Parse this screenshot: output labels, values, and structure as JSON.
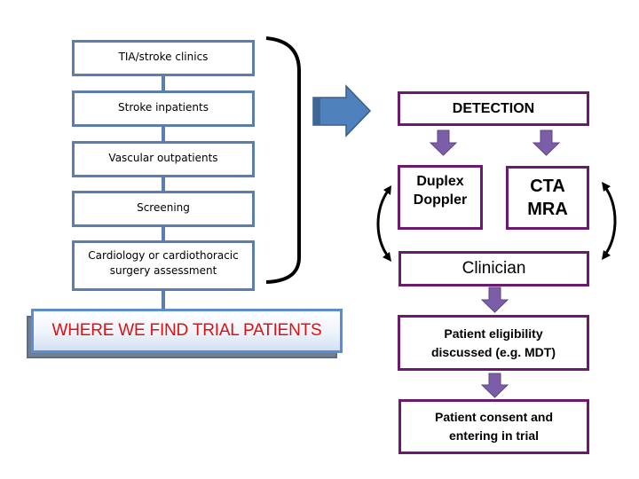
{
  "sources": {
    "items": [
      {
        "label": "TIA/stroke clinics"
      },
      {
        "label": "Stroke inpatients"
      },
      {
        "label": "Vascular outpatients"
      },
      {
        "label": "Screening"
      },
      {
        "label": "Cardiology or cardiothoracic surgery  assessment"
      }
    ],
    "summary_label": "WHERE WE FIND TRIAL PATIENTS"
  },
  "pathway": {
    "detection": "DETECTION",
    "duplex": "Duplex Doppler",
    "cta_mra": "CTA MRA",
    "clinician": "Clinician",
    "eligibility": "Patient eligibility discussed (e.g. MDT)",
    "consent": "Patient consent and entering in trial"
  },
  "colors": {
    "source_border": "#5b7faa",
    "highlight_text": "#dd1111",
    "pathway_border": "#6b1a6e",
    "pathway_arrow": "#7b5ea7",
    "main_arrow": "#4f81bd"
  }
}
